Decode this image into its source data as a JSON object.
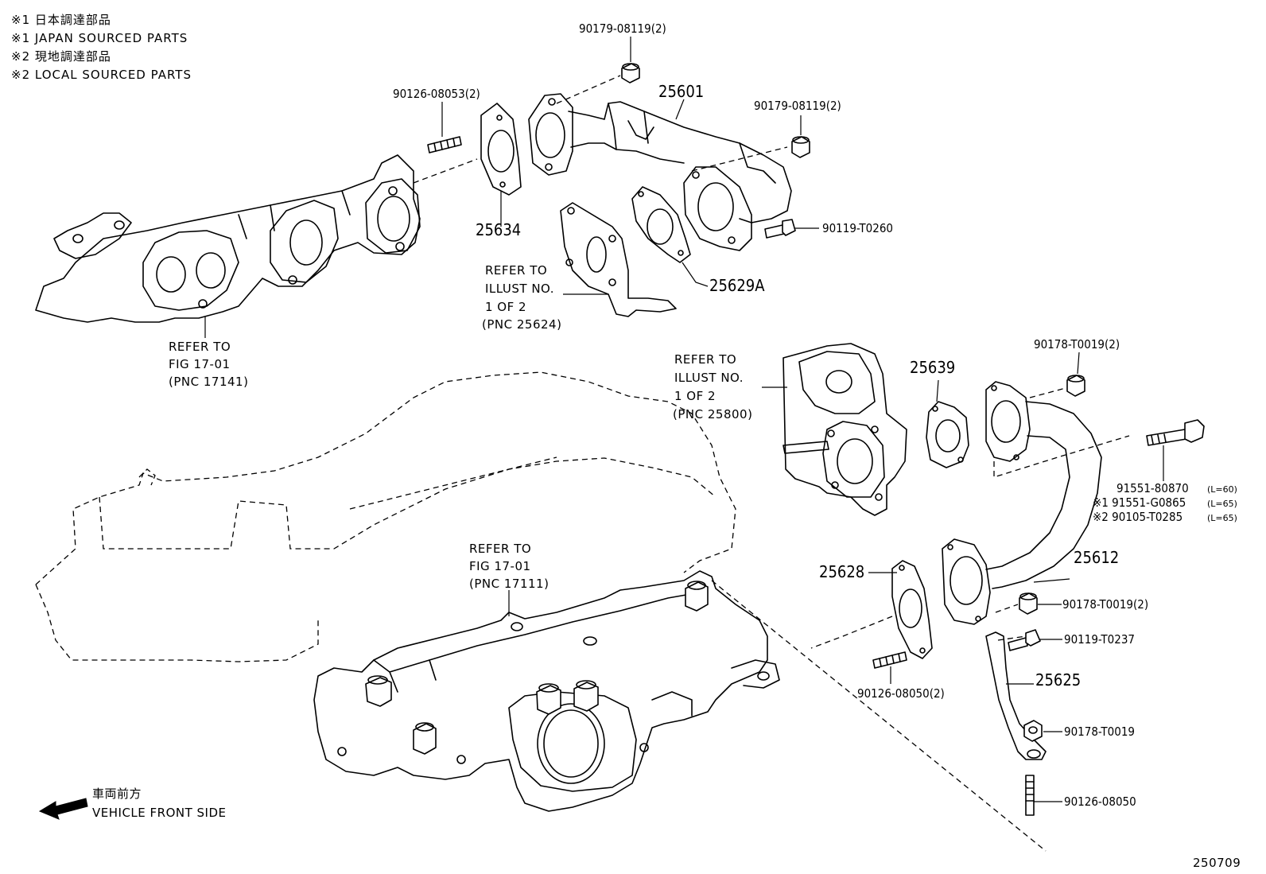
{
  "notes": [
    "※1 日本調達部品",
    "※1 JAPAN SOURCED PARTS",
    "※2 現地調達部品",
    "※2 LOCAL SOURCED PARTS"
  ],
  "part_labels": {
    "p90179_top": "90179-08119(2)",
    "p25601": "25601",
    "p90179_right": "90179-08119(2)",
    "p90126_top": "90126-08053(2)",
    "p25634": "25634",
    "p90119_t0260": "90119-T0260",
    "p25629a": "25629A",
    "p90178_t0019_2a": "90178-T0019(2)",
    "p25639": "25639",
    "p91551_80870": "91551-80870",
    "p91551_80870_len": "(L=60)",
    "p91551_g0865": "※1 91551-G0865",
    "p91551_g0865_len": "(L=65)",
    "p90105_t0285": "※2 90105-T0285",
    "p90105_t0285_len": "(L=65)",
    "p25612": "25612",
    "p25628": "25628",
    "p90178_t0019_2b": "90178-T0019(2)",
    "p90119_t0237": "90119-T0237",
    "p25625": "25625",
    "p90126_08050_2": "90126-08050(2)",
    "p90178_t0019": "90178-T0019",
    "p90126_08050": "90126-08050"
  },
  "refs": {
    "ref_illust_a": [
      "REFER TO",
      "ILLUST NO.",
      "1 OF 2",
      "(PNC 25624)"
    ],
    "ref_fig_exhaust": [
      "REFER TO",
      "FIG 17-01",
      "(PNC 17141)"
    ],
    "ref_illust_b": [
      "REFER TO",
      "ILLUST NO.",
      "1 OF 2",
      "(PNC 25800)"
    ],
    "ref_fig_intake": [
      "REFER TO",
      "FIG 17-01",
      "(PNC 17111)"
    ]
  },
  "direction": {
    "jp": "車両前方",
    "en": "VEHICLE FRONT SIDE"
  },
  "figure_number": "250709"
}
